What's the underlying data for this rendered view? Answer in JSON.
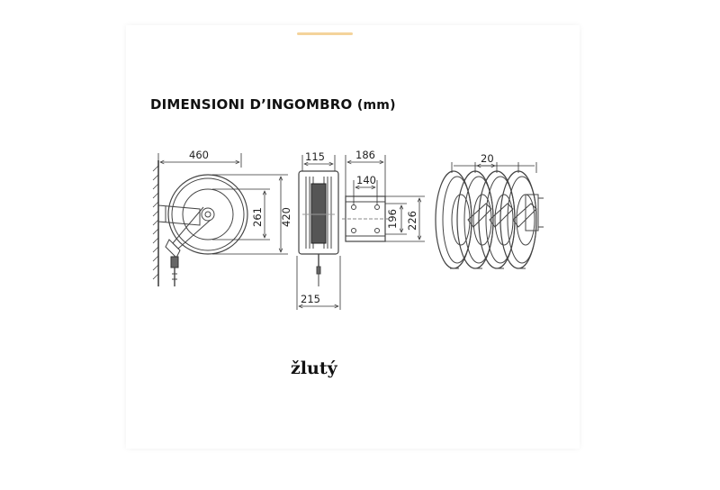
{
  "title": {
    "main": "DIMENSIONI D’INGOMBRO",
    "unit": "(mm)"
  },
  "caption": "žlutý",
  "dimensions": {
    "width_side": "460",
    "height_outer": "420",
    "height_inner": "261",
    "width_front_top": "115",
    "width_front_bottom": "215",
    "bracket_width": "186",
    "bracket_hole_spacing": "140",
    "bracket_height_inner": "196",
    "bracket_height_outer": "226",
    "reel_gap": "20"
  },
  "colors": {
    "line": "#333333",
    "accent": "#f0c070"
  }
}
